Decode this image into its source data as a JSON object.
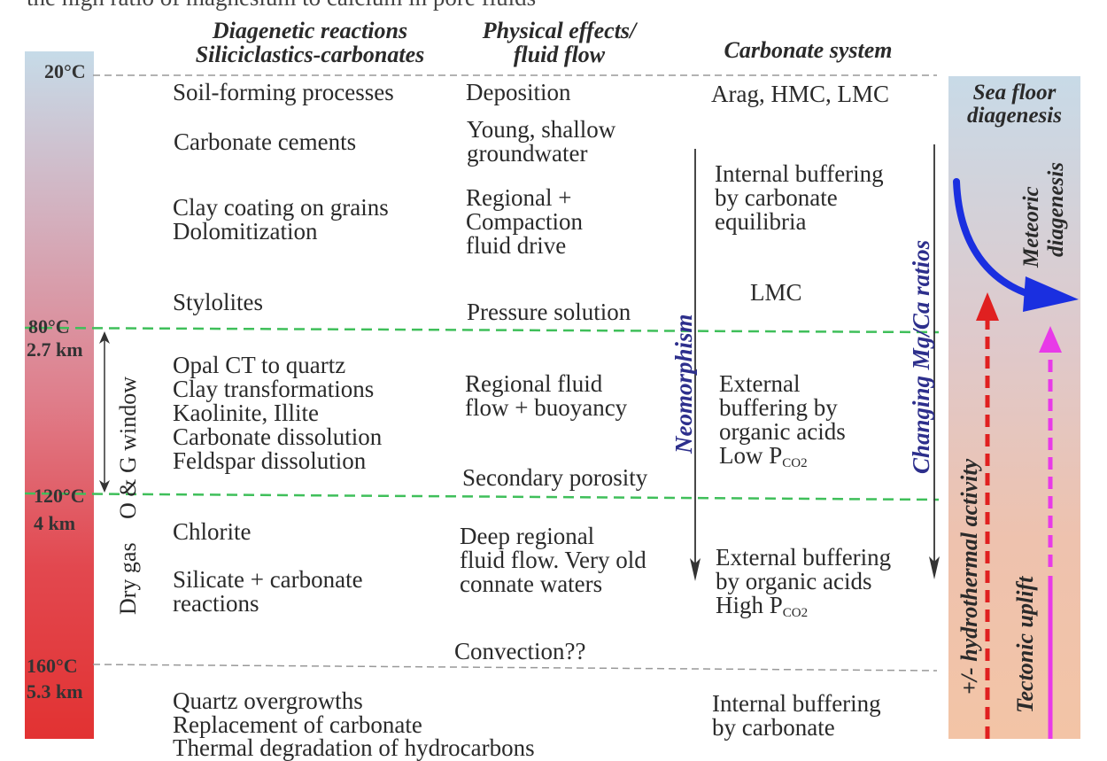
{
  "top_partial_text": "the high ratio of magnesium to calcium in pore fluids",
  "temperature_labels": {
    "t20": "20°C",
    "t80": "80°C",
    "d80": "2.7 km",
    "t120": "120°C",
    "d120": "4 km",
    "t160": "160°C",
    "d160": "5.3 km"
  },
  "headers": {
    "diagenetic_line1": "Diagenetic reactions",
    "diagenetic_line2": "Siliciclastics-carbonates",
    "physical_line1": "Physical effects/",
    "physical_line2": "fluid flow",
    "carbonate": "Carbonate system"
  },
  "window_labels": {
    "og_window": "O & G window",
    "dry_gas": "Dry gas"
  },
  "diagenetic": {
    "soil": "Soil-forming processes",
    "cements": "Carbonate cements",
    "clay_coating": "Clay coating on grains",
    "dolomitization": "Dolomitization",
    "stylolites": "Stylolites",
    "opal": "Opal CT to quartz",
    "clay_trans": "Clay transformations",
    "kaolinite": "Kaolinite, Illite",
    "carb_diss": "Carbonate dissolution",
    "feld_diss": "Feldspar dissolution",
    "chlorite": "Chlorite",
    "silicate1": "Silicate + carbonate",
    "silicate2": "reactions",
    "quartz": "Quartz overgrowths",
    "replacement": "Replacement of carbonate",
    "thermal": "Thermal degradation of hydrocarbons"
  },
  "physical": {
    "deposition": "Deposition",
    "young1": "Young, shallow",
    "young2": "groundwater",
    "regional1": "Regional +",
    "regional2": "Compaction",
    "regional3": "fluid drive",
    "pressure": "Pressure solution",
    "regflow1": "Regional fluid",
    "regflow2": "flow + buoyancy",
    "secondary": "Secondary porosity",
    "deep1": "Deep regional",
    "deep2": "fluid flow. Very old",
    "deep3": "connate waters",
    "convection": "Convection??"
  },
  "carbonate": {
    "arag": "Arag, HMC, LMC",
    "internal1": "Internal buffering",
    "internal2": "by carbonate",
    "internal3": "equilibria",
    "lmc": "LMC",
    "external1": "External",
    "external2": "buffering by",
    "external3": "organic acids",
    "low_p": "Low P",
    "co2_a": "CO2",
    "extbuf1": "External buffering",
    "extbuf2": "by organic acids",
    "high_p": "High P",
    "co2_b": "CO2",
    "intbuf1": "Internal buffering",
    "intbuf2": "by carbonate"
  },
  "arrows": {
    "neomorphism": "Neomorphism",
    "mgca": "Changing Mg/Ca ratios"
  },
  "side": {
    "sea_floor1": "Sea floor",
    "sea_floor2": "diagenesis",
    "meteoric1": "Meteoric",
    "meteoric2": "diagenesis",
    "hydrothermal": "+/- hydrothermal activity",
    "tectonic": "Tectonic uplift"
  },
  "colors": {
    "dashed_green": "#3fbf5a",
    "dashed_gray": "#999999",
    "meteoric_arrow": "#1a2fe0",
    "hydrothermal_arrow": "#e02020",
    "tectonic_arrow": "#e83ae8",
    "vertical_label": "#2d2f8c"
  }
}
